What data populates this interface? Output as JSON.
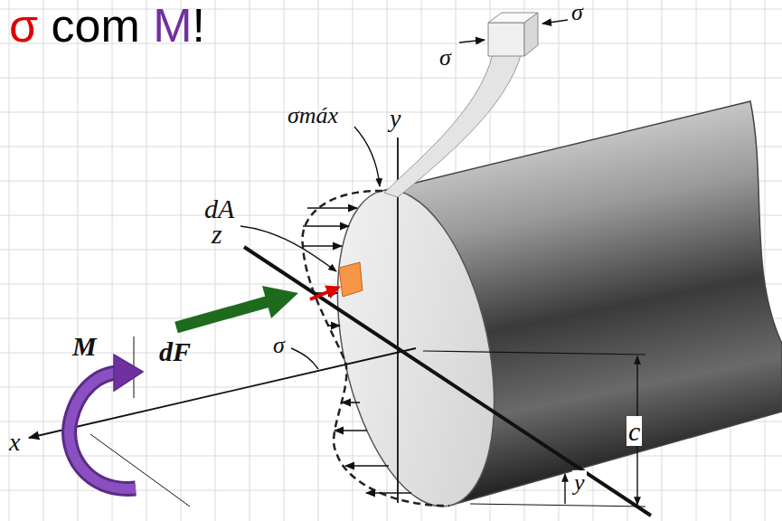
{
  "diagram": {
    "title": "σ com M!",
    "labels": [
      "σ",
      "σ",
      "σmáx",
      "y",
      "dA",
      "z",
      "dF",
      "σ",
      "M",
      "x",
      "y",
      "c"
    ]
  }
}
